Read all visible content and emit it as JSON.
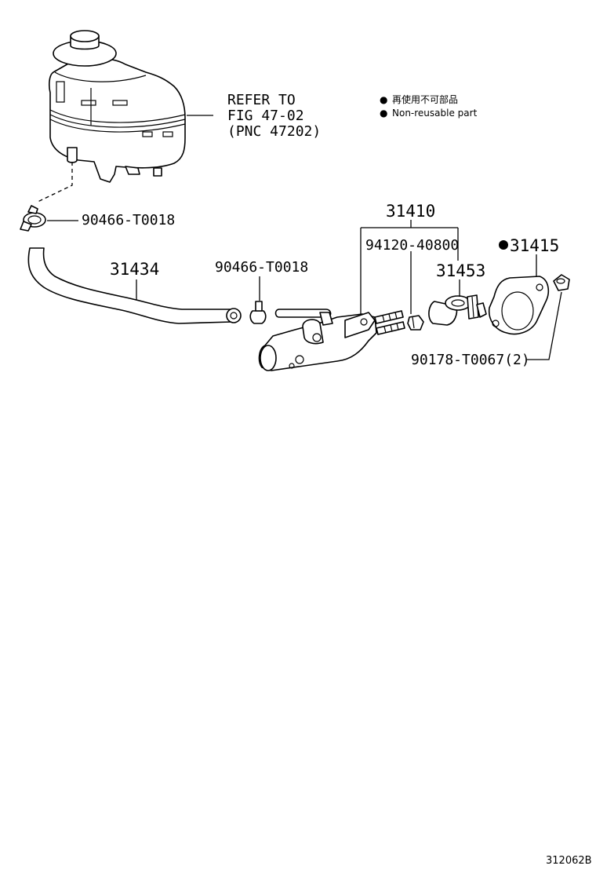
{
  "refer": {
    "line1": "REFER TO",
    "line2": "FIG 47-02",
    "line3": "(PNC 47202)"
  },
  "legend": {
    "jp": "再使用不可部品",
    "en": "Non-reusable part",
    "bullet": "●"
  },
  "labels": {
    "clip_top": "90466-T0018",
    "hose": "31434",
    "clip_mid": "90466-T0018",
    "master_cyl": "31410",
    "bolt": "94120-40800",
    "boot": "31453",
    "gasket": "31415",
    "nut": "90178-T0067(2)"
  },
  "non_reusable_parts": [
    "31415"
  ],
  "figure_id": "312062B"
}
